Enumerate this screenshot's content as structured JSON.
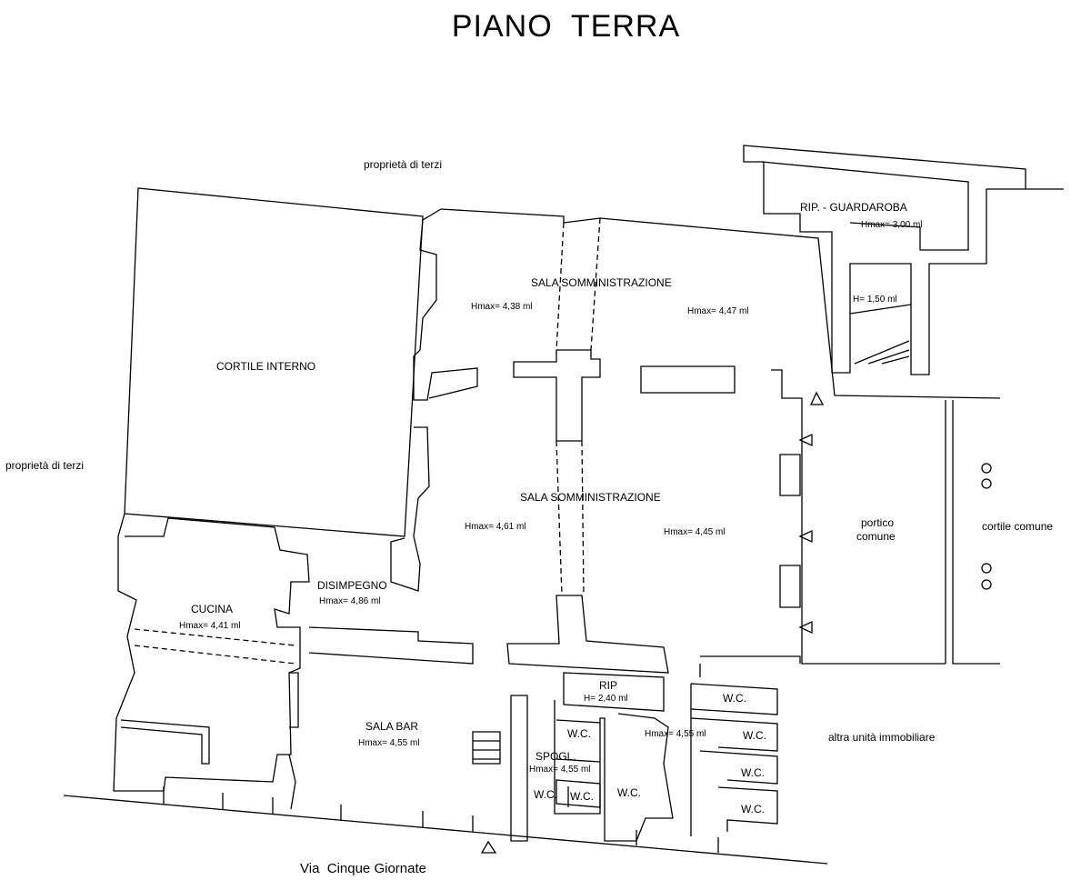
{
  "title": "PIANO  TERRA",
  "street": "Via  Cinque Giornate",
  "rooms": {
    "cortile_interno": "CORTILE INTERNO",
    "sala_somm_top": "SALA SOMMINISTRAZIONE",
    "hmax_top_left": "Hmax= 4,38 ml",
    "hmax_top_right": "Hmax= 4,47 ml",
    "sala_somm_mid": "SALA SOMMINISTRAZIONE",
    "hmax_mid_left": "Hmax= 4,61 ml",
    "hmax_mid_right": "Hmax= 4,45 ml",
    "rip_guardaroba": "RIP. - GUARDAROBA",
    "hmax_guardaroba": "Hmax= 3,00 ml",
    "h_stair": "H= 1,50 ml",
    "portico_1": "portico",
    "portico_2": "comune",
    "cortile_comune": "cortile comune",
    "disimpegno": "DISIMPEGNO",
    "hmax_disimpegno": "Hmax= 4,86 ml",
    "cucina": "CUCINA",
    "hmax_cucina": "Hmax= 4,41 ml",
    "rip": "RIP",
    "h_rip": "H= 2,40 ml",
    "sala_bar": "SALA BAR",
    "hmax_sala_bar": "Hmax= 4,55 ml",
    "spogl": "SPOGL.",
    "hmax_spogl": "Hmax= 4,55 ml",
    "wc": "W.C.",
    "hmax_wc": "Hmax= 4,55 ml",
    "altra_unita": "altra unità immobiliare",
    "proprieta_top": "proprietà di terzi",
    "proprieta_left": "proprietà di terzi"
  }
}
